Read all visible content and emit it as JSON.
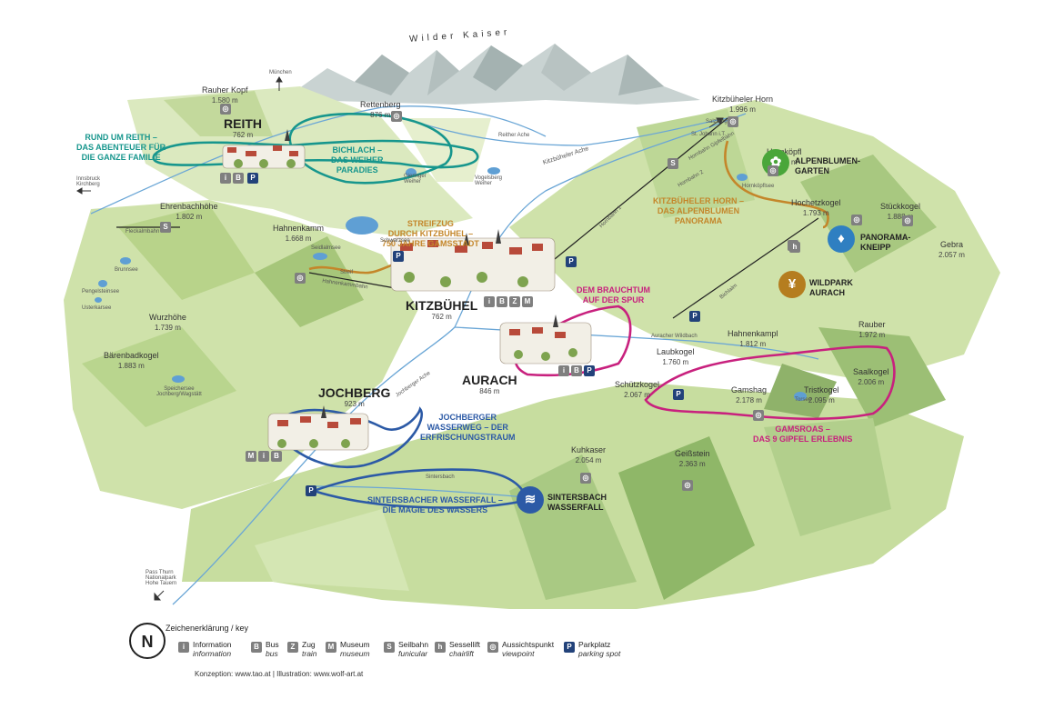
{
  "mountain_range": "Wilder Kaiser",
  "compass": "N",
  "peaks": [
    {
      "name": "Rauher Kopf",
      "elevation": "1.580 m"
    },
    {
      "name": "Rettenberg",
      "elevation": "876 m"
    },
    {
      "name": "Kitzbüheler Horn",
      "elevation": "1.996 m"
    },
    {
      "name": "Hornköpfl",
      "elevation": "1.775 m"
    },
    {
      "name": "Hochetzkogel",
      "elevation": "1.793 m"
    },
    {
      "name": "Stückkogel",
      "elevation": "1.888 m"
    },
    {
      "name": "Gebra",
      "elevation": "2.057 m"
    },
    {
      "name": "Ehrenbachhöhe",
      "elevation": "1.802 m"
    },
    {
      "name": "Hahnenkamm",
      "elevation": "1.668 m"
    },
    {
      "name": "Wurzhöhe",
      "elevation": "1.739 m"
    },
    {
      "name": "Bärenbadkogel",
      "elevation": "1.883 m"
    },
    {
      "name": "Hahnenkampl",
      "elevation": "1.812 m"
    },
    {
      "name": "Rauber",
      "elevation": "1.972 m"
    },
    {
      "name": "Laubkogel",
      "elevation": "1.760 m"
    },
    {
      "name": "Saalkogel",
      "elevation": "2.006 m"
    },
    {
      "name": "Schützkogel",
      "elevation": "2.067 m"
    },
    {
      "name": "Gamshag",
      "elevation": "2.178 m"
    },
    {
      "name": "Tristkogel",
      "elevation": "2.095 m"
    },
    {
      "name": "Kuhkaser",
      "elevation": "2.054 m"
    },
    {
      "name": "Geißstein",
      "elevation": "2.363 m"
    }
  ],
  "towns": [
    {
      "name": "REITH",
      "elevation": "762 m"
    },
    {
      "name": "KITZBÜHEL",
      "elevation": "762 m"
    },
    {
      "name": "AURACH",
      "elevation": "846 m"
    },
    {
      "name": "JOCHBERG",
      "elevation": "923 m"
    }
  ],
  "tours": [
    {
      "text": "RUND UM REITH –\nDAS ABENTEUER FÜR\nDIE GANZE FAMILIE",
      "color": "#17968d"
    },
    {
      "text": "BICHLACH –\nDAS WEIHER\nPARADIES",
      "color": "#17968d"
    },
    {
      "text": "STREIFZUG\nDURCH KITZBÜHEL –\n750 JAHRE GAMSSTADT",
      "color": "#c4862a"
    },
    {
      "text": "KITZBÜHELER HORN –\nDAS ALPENBLUMEN\nPANORAMA",
      "color": "#c4862a"
    },
    {
      "text": "DEM BRAUCHTUM\nAUF DER SPUR",
      "color": "#c8217e"
    },
    {
      "text": "GAMSROAS –\nDAS 9 GIPFEL ERLEBNIS",
      "color": "#c8217e"
    },
    {
      "text": "JOCHBERGER\nWASSERWEG – DER\nERFRISCHUNGSTRAUM",
      "color": "#2c5aa6"
    },
    {
      "text": "SINTERSBACHER WASSERFALL –\nDIE MAGIE DES WASSERS",
      "color": "#2c5aa6"
    }
  ],
  "attractions": [
    {
      "name": "ALPENBLUMEN-\nGARTEN",
      "color": "#4aa63a",
      "icon": "flower-icon"
    },
    {
      "name": "PANORAMA-\nKNEIPP",
      "color": "#2f7fc1",
      "icon": "kneipp-person-icon"
    },
    {
      "name": "WILDPARK\nAURACH",
      "color": "#b57d1f",
      "icon": "deer-icon"
    },
    {
      "name": "SINTERSBACH\nWASSERFALL",
      "color": "#2c5aa6",
      "icon": "waterfall-icon"
    }
  ],
  "small_labels": {
    "muenchen": "München",
    "innsbruck": "Innsbruck\nKirchberg",
    "pass_thurn": "Pass Thurn\nNationalpark\nHohe Tauern",
    "salzburg": "Salzburg",
    "st_johann": "St. Johann i.T.",
    "reither_ache": "Reither Ache",
    "kitzbueheler_ache": "Kitzbüheler Ache",
    "jochberger_ache": "Jochberger Ache",
    "auracher_wildbach": "Auracher Wildbach",
    "sintersbach": "Sintersbach",
    "schwarzsee": "Schwarzsee",
    "gieringer_weiher": "Gieringer\nWeiher",
    "vogelsberg_weiher": "Vogelsberg\nWeiher",
    "hornkoepflsee": "Hornköpflsee",
    "brunnsee": "Brunnsee",
    "pengelsteinsee": "Pengelsteinsee",
    "usterkarsee": "Usterkarsee",
    "speichersee": "Speichersee\nJochberg/Wagstätt",
    "torsee": "Torsee",
    "seidlalmsee": "Seidlalmsee",
    "fleckalmbahn": "Fleckalmbahn",
    "hahnenkammbahn": "Hahnenkammbahn",
    "streif": "Streif",
    "hornbahn1": "Hornbahn 1",
    "hornbahn2": "Hornbahn 2",
    "hornbahn_gipfelbahn": "Hornbahn Gipfelbahn",
    "bichlalm": "Bichlalm"
  },
  "legend": {
    "title": "Zeichenerklärung / key",
    "items": [
      {
        "de": "Information",
        "en": "information",
        "icon": "info-icon",
        "symbol": "i"
      },
      {
        "de": "Bus",
        "en": "bus",
        "icon": "bus-icon",
        "symbol": "B"
      },
      {
        "de": "Zug",
        "en": "train",
        "icon": "train-icon",
        "symbol": "Z"
      },
      {
        "de": "Museum",
        "en": "museum",
        "icon": "museum-icon",
        "symbol": "M"
      },
      {
        "de": "Seilbahn",
        "en": "funicular",
        "icon": "gondola-icon",
        "symbol": "S"
      },
      {
        "de": "Sessellift",
        "en": "chairlift",
        "icon": "chairlift-icon",
        "symbol": "h"
      },
      {
        "de": "Aussichtspunkt",
        "en": "viewpoint",
        "icon": "viewpoint-icon",
        "symbol": "◎"
      },
      {
        "de": "Parkplatz",
        "en": "parking spot",
        "icon": "parking-icon",
        "symbol": "P"
      }
    ]
  },
  "credits": "Konzeption: www.tao.at | Illustration: www.wolf-art.at",
  "colors": {
    "teal": "#17968d",
    "gold": "#c4862a",
    "magenta": "#c8217e",
    "blue": "#2c5aa6",
    "river": "#6aa6d6",
    "parking": "#22427a"
  }
}
